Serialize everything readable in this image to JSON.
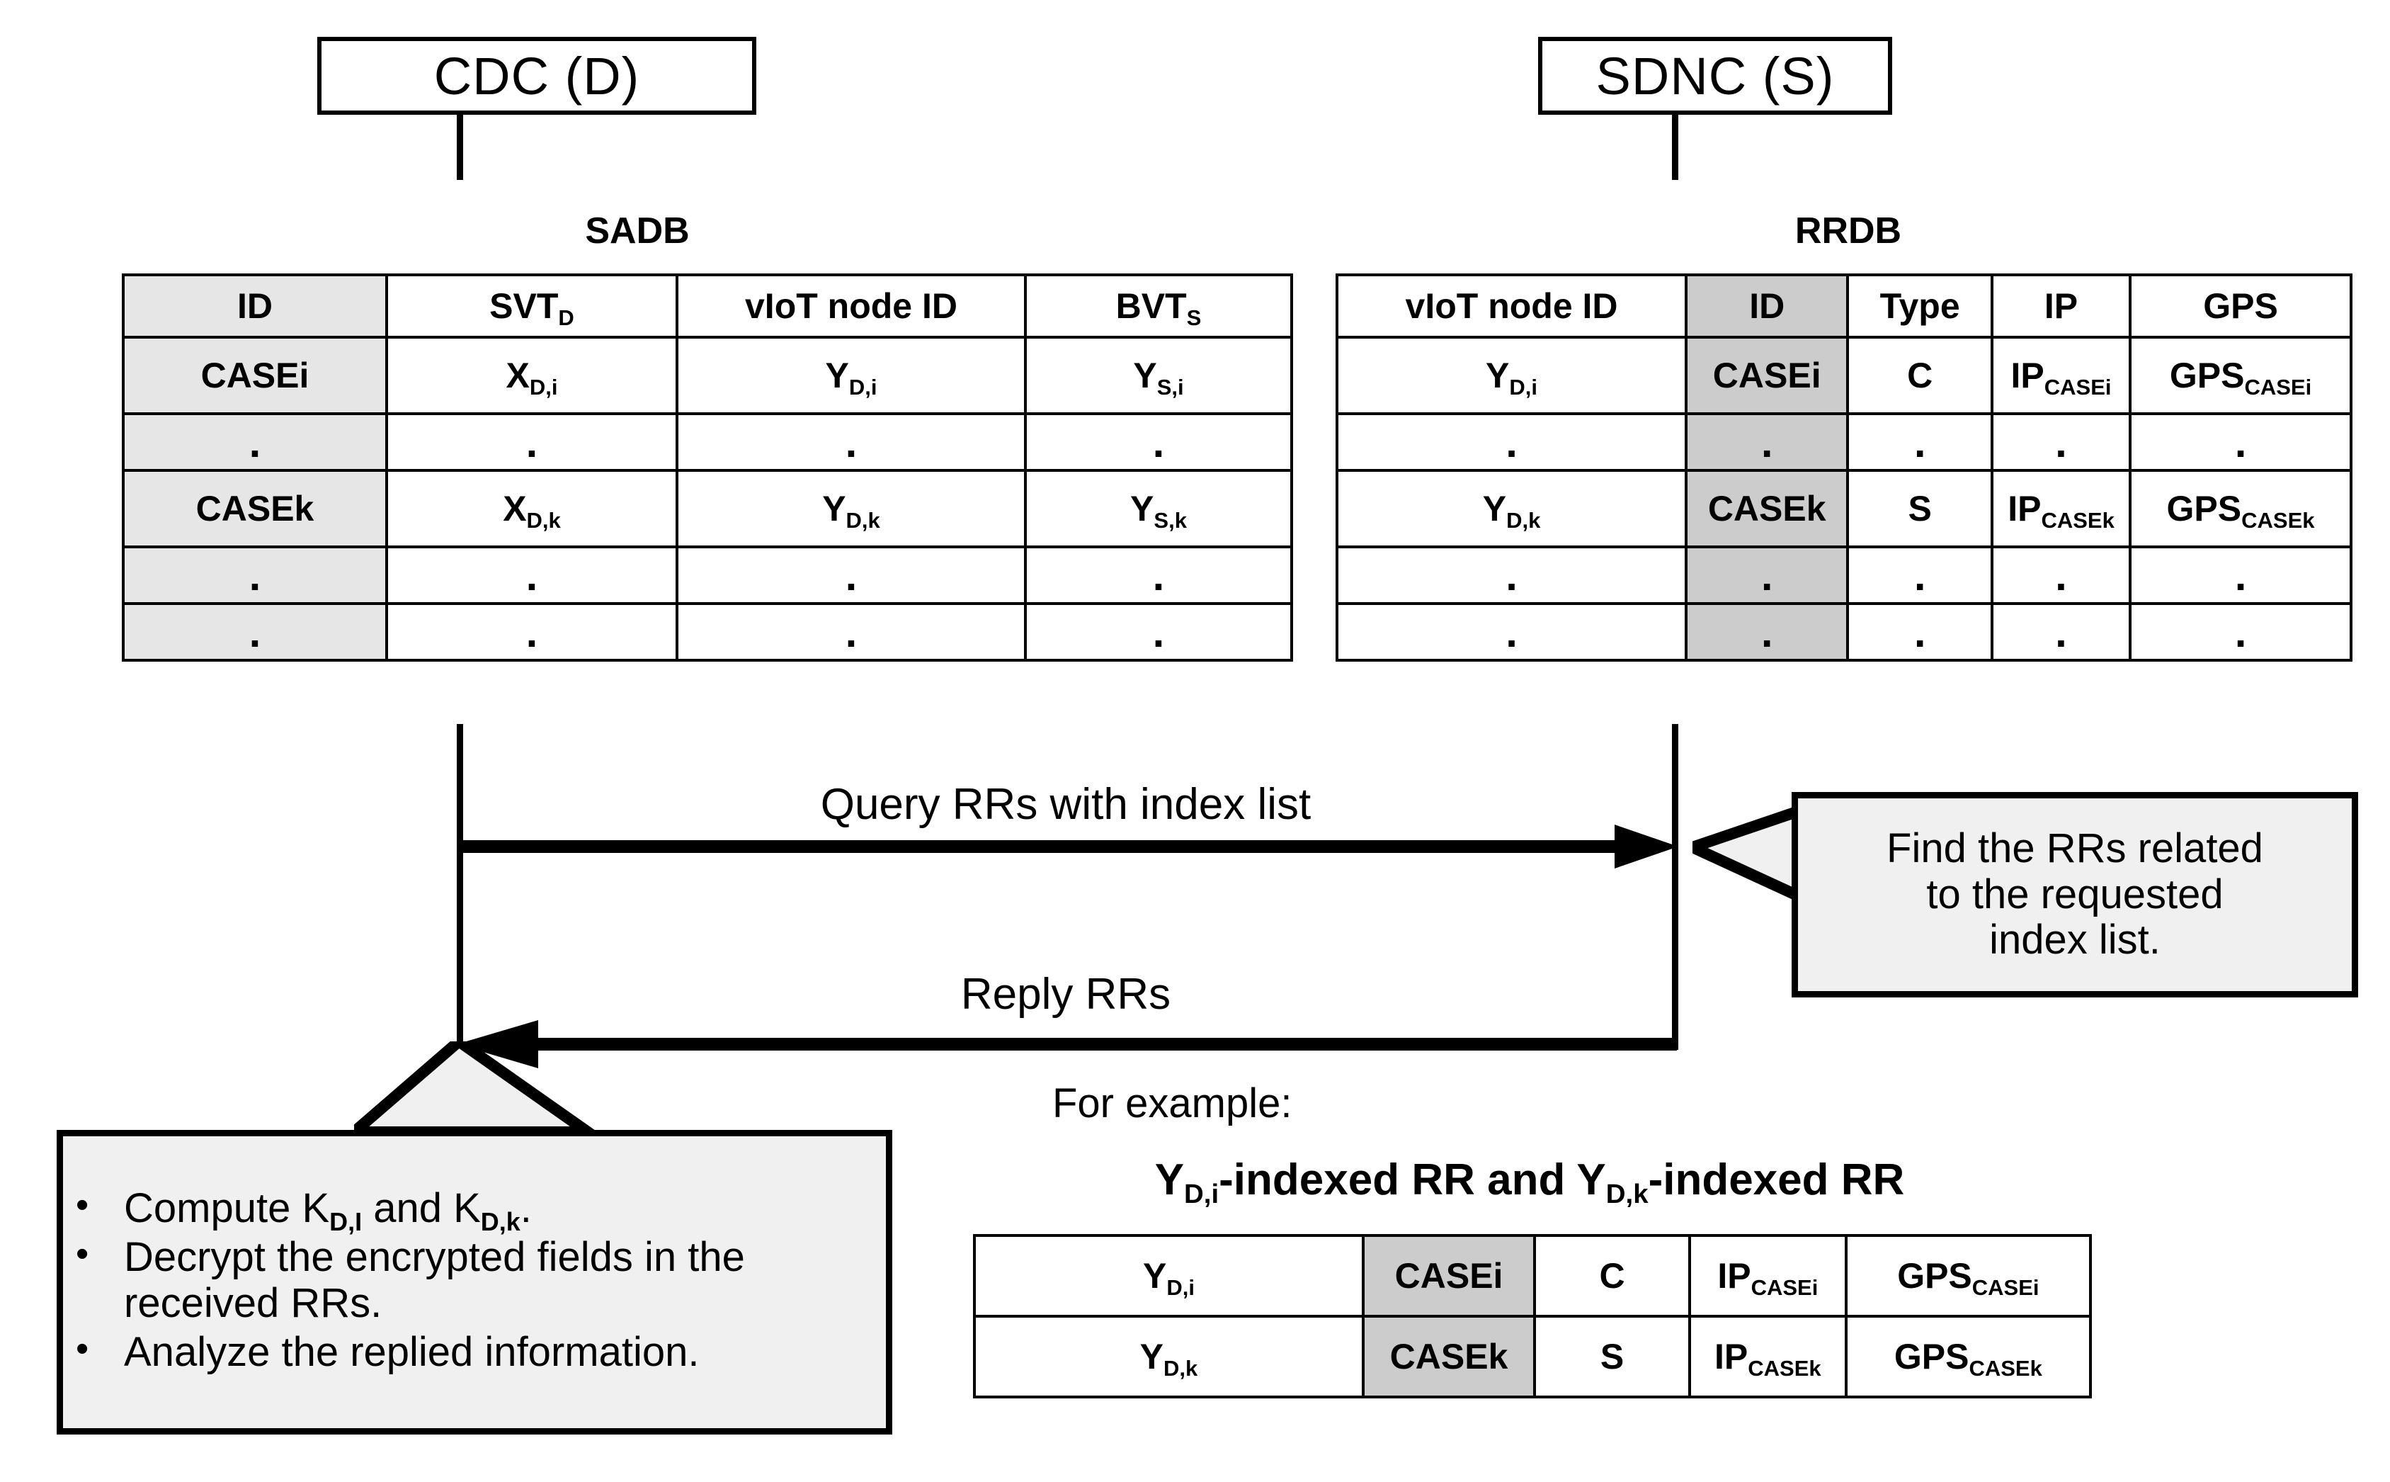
{
  "entities": {
    "left": "CDC (D)",
    "right": "SDNC (S)"
  },
  "sadb": {
    "title": "SADB",
    "headers": [
      "ID",
      "SVT_D",
      "vIoT node ID",
      "BVT_S"
    ],
    "header_display": [
      {
        "base": "ID",
        "sub": ""
      },
      {
        "base": "SVT",
        "sub": "D"
      },
      {
        "base": "vIoT node ID",
        "sub": ""
      },
      {
        "base": "BVT",
        "sub": "S"
      }
    ],
    "rows": [
      [
        {
          "base": "CASEi",
          "sub": ""
        },
        {
          "base": "X",
          "sub": "D,i"
        },
        {
          "base": "Y",
          "sub": "D,i"
        },
        {
          "base": "Y",
          "sub": "S,i"
        }
      ],
      [
        {
          "base": ".",
          "sub": ""
        },
        {
          "base": ".",
          "sub": ""
        },
        {
          "base": ".",
          "sub": ""
        },
        {
          "base": ".",
          "sub": ""
        }
      ],
      [
        {
          "base": "CASEk",
          "sub": ""
        },
        {
          "base": "X",
          "sub": "D,k"
        },
        {
          "base": "Y",
          "sub": "D,k"
        },
        {
          "base": "Y",
          "sub": "S,k"
        }
      ],
      [
        {
          "base": ".",
          "sub": ""
        },
        {
          "base": ".",
          "sub": ""
        },
        {
          "base": ".",
          "sub": ""
        },
        {
          "base": ".",
          "sub": ""
        }
      ],
      [
        {
          "base": ".",
          "sub": ""
        },
        {
          "base": ".",
          "sub": ""
        },
        {
          "base": ".",
          "sub": ""
        },
        {
          "base": ".",
          "sub": ""
        }
      ]
    ],
    "shaded_column_index": 0
  },
  "rrdb": {
    "title": "RRDB",
    "headers": [
      "vIoT node ID",
      "ID",
      "Type",
      "IP",
      "GPS"
    ],
    "header_display": [
      {
        "base": "vIoT node ID",
        "sub": ""
      },
      {
        "base": "ID",
        "sub": ""
      },
      {
        "base": "Type",
        "sub": ""
      },
      {
        "base": "IP",
        "sub": ""
      },
      {
        "base": "GPS",
        "sub": ""
      }
    ],
    "rows": [
      [
        {
          "base": "Y",
          "sub": "D,i"
        },
        {
          "base": "CASEi",
          "sub": ""
        },
        {
          "base": "C",
          "sub": ""
        },
        {
          "base": "IP",
          "sub": "CASEi"
        },
        {
          "base": "GPS",
          "sub": "CASEi"
        }
      ],
      [
        {
          "base": ".",
          "sub": ""
        },
        {
          "base": ".",
          "sub": ""
        },
        {
          "base": ".",
          "sub": ""
        },
        {
          "base": ".",
          "sub": ""
        },
        {
          "base": ".",
          "sub": ""
        }
      ],
      [
        {
          "base": "Y",
          "sub": "D,k"
        },
        {
          "base": "CASEk",
          "sub": ""
        },
        {
          "base": "S",
          "sub": ""
        },
        {
          "base": "IP",
          "sub": "CASEk"
        },
        {
          "base": "GPS",
          "sub": "CASEk"
        }
      ],
      [
        {
          "base": ".",
          "sub": ""
        },
        {
          "base": ".",
          "sub": ""
        },
        {
          "base": ".",
          "sub": ""
        },
        {
          "base": ".",
          "sub": ""
        },
        {
          "base": ".",
          "sub": ""
        }
      ],
      [
        {
          "base": ".",
          "sub": ""
        },
        {
          "base": ".",
          "sub": ""
        },
        {
          "base": ".",
          "sub": ""
        },
        {
          "base": ".",
          "sub": ""
        },
        {
          "base": ".",
          "sub": ""
        }
      ]
    ],
    "shaded_column_index": 1
  },
  "messages": {
    "query": "Query RRs with index list",
    "reply": "Reply RRs"
  },
  "callout_right": {
    "lines": [
      "Find the RRs related",
      "to the requested",
      "index list."
    ]
  },
  "callout_left": {
    "bullets": [
      {
        "base": "Compute K",
        "sub": "D,I",
        "mid": " and K",
        "sub2": "D,k",
        "tail": "."
      },
      {
        "base": "Decrypt the encrypted fields in the received RRs.",
        "sub": "",
        "mid": "",
        "sub2": "",
        "tail": ""
      },
      {
        "base": "Analyze the replied information.",
        "sub": "",
        "mid": "",
        "sub2": "",
        "tail": ""
      }
    ]
  },
  "example": {
    "intro": "For example:",
    "heading": [
      {
        "base": "Y",
        "sub": "D,i"
      },
      {
        "base": "-indexed RR and ",
        "sub": ""
      },
      {
        "base": "Y",
        "sub": "D,k"
      },
      {
        "base": "-indexed RR",
        "sub": ""
      }
    ],
    "rows": [
      [
        {
          "base": "Y",
          "sub": "D,i"
        },
        {
          "base": "CASEi",
          "sub": ""
        },
        {
          "base": "C",
          "sub": ""
        },
        {
          "base": "IP",
          "sub": "CASEi"
        },
        {
          "base": "GPS",
          "sub": "CASEi"
        }
      ],
      [
        {
          "base": "Y",
          "sub": "D,k"
        },
        {
          "base": "CASEk",
          "sub": ""
        },
        {
          "base": "S",
          "sub": ""
        },
        {
          "base": "IP",
          "sub": "CASEk"
        },
        {
          "base": "GPS",
          "sub": "CASEk"
        }
      ]
    ],
    "shaded_column_index": 1
  },
  "colors": {
    "stroke": "#000000",
    "shade_light": "#e6e6e6",
    "shade_dark": "#cccccc",
    "callout_fill": "#f0f0f0",
    "background": "#ffffff"
  }
}
